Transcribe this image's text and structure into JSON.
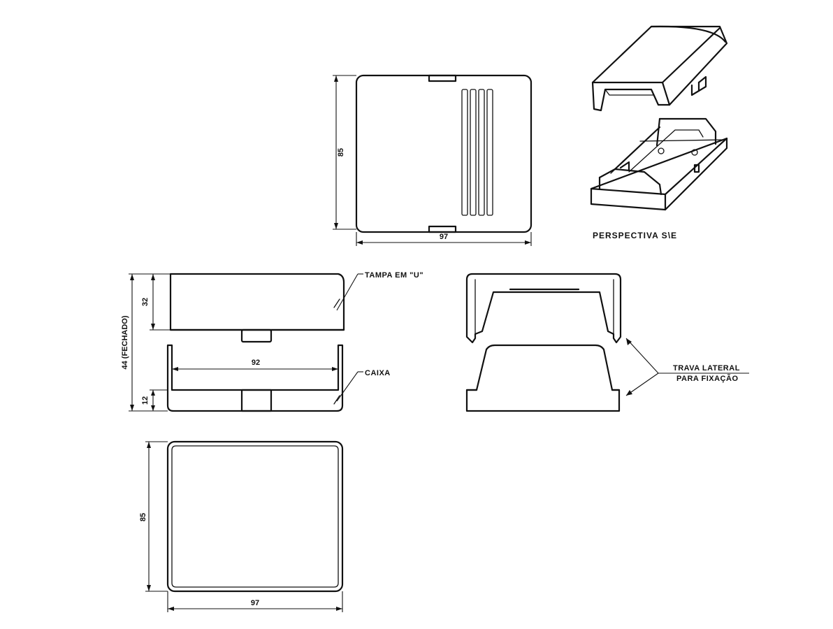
{
  "labels": {
    "perspective": "PERSPECTIVA S\\E",
    "tampa": "TAMPA EM \"U\"",
    "caixa": "CAIXA",
    "trava_line1": "TRAVA LATERAL",
    "trava_line2": "PARA FIXAÇÃO",
    "fechado": "44 (FECHADO)"
  },
  "dimensions": {
    "top_height": "85",
    "top_width": "97",
    "lid_height": "32",
    "inner_width": "92",
    "base_height": "12",
    "bottom_height": "85",
    "bottom_width": "97"
  }
}
